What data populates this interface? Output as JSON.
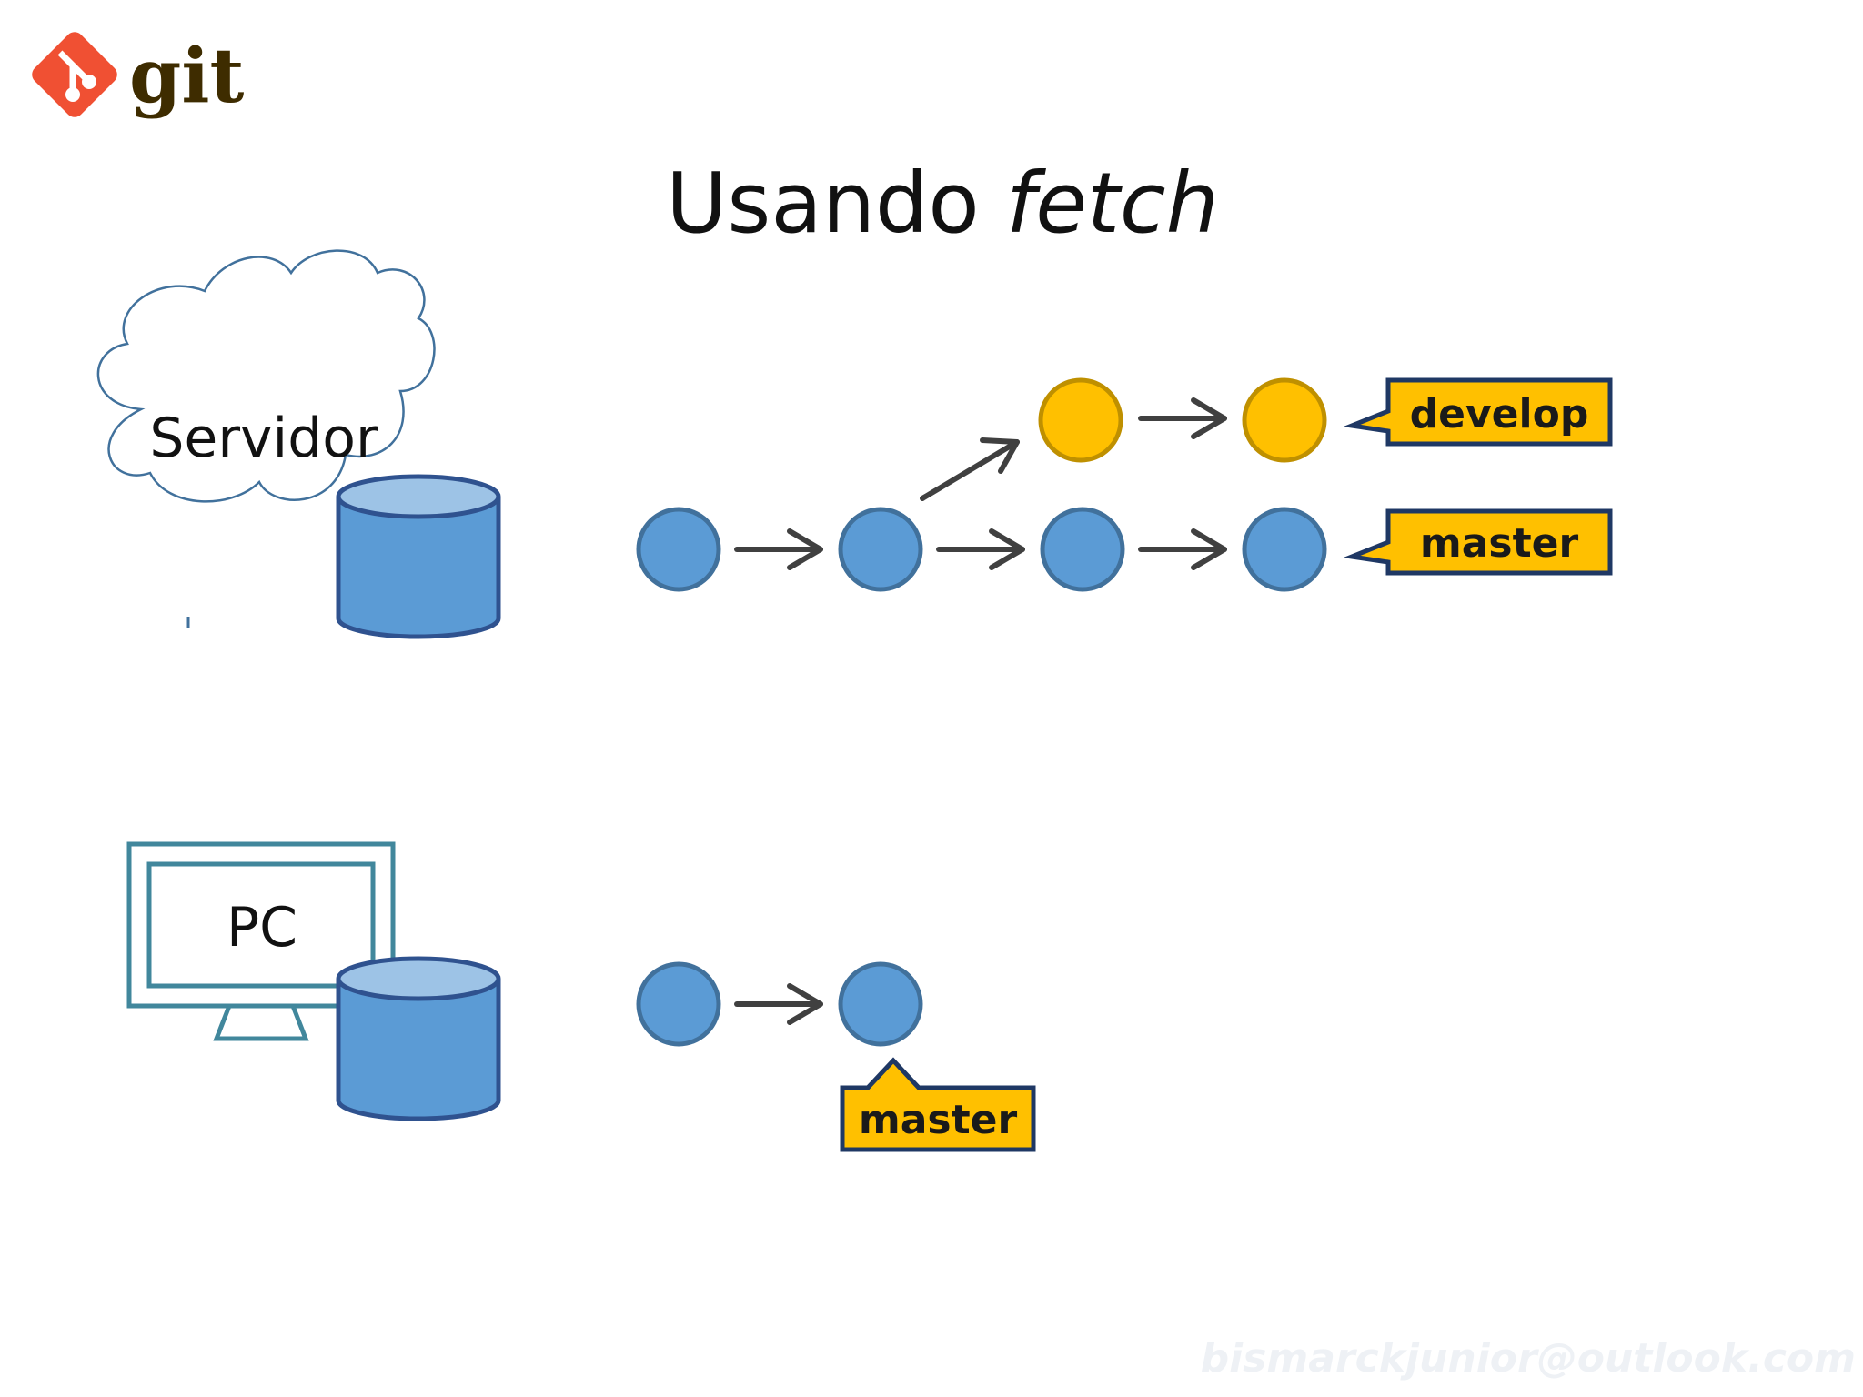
{
  "logo": {
    "text": "git",
    "icon": "git-logo-icon"
  },
  "title": {
    "main": "Usando ",
    "emphasis": "fetch"
  },
  "server": {
    "label": "Servidor",
    "icon": "cloud-icon"
  },
  "pc": {
    "label": "PC",
    "icon": "monitor-icon"
  },
  "server_branches": {
    "develop": "develop",
    "master": "master"
  },
  "pc_branches": {
    "master": "master"
  },
  "watermark": "bismarckjunior@outlook.com",
  "colors": {
    "commit_blue": "#5b9bd5",
    "commit_blue_stroke": "#41719c",
    "commit_yellow": "#ffc000",
    "commit_yellow_stroke": "#bf9000",
    "tag_fill": "#ffc000",
    "tag_stroke": "#1f3864",
    "arrow": "#404040",
    "git_red": "#f05033",
    "git_dark": "#3e2c00"
  }
}
